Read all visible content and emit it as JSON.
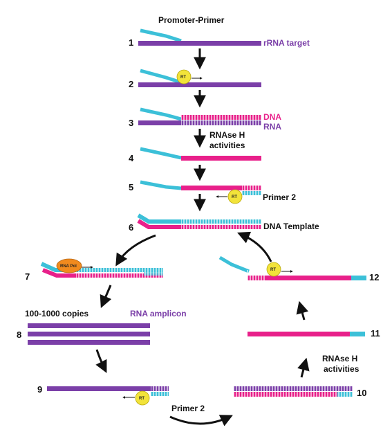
{
  "labels": {
    "promoter_primer": "Promoter-Primer",
    "rrna_target": "rRNA target",
    "dna": "DNA",
    "rna": "RNA",
    "rnase_h_line1": "RNAse H",
    "rnase_h_line2": "activities",
    "primer2": "Primer 2",
    "dna_template": "DNA Template",
    "copies": "100-1000 copies",
    "rna_amplicon": "RNA amplicon",
    "rt": "RT",
    "rna_pol": "RNA Pol"
  },
  "steps": [
    "1",
    "2",
    "3",
    "4",
    "5",
    "6",
    "7",
    "8",
    "9",
    "10",
    "11",
    "12"
  ],
  "colors": {
    "rna": "#7B3FA8",
    "dna": "#E8208A",
    "primer": "#3CC0D8",
    "rt_enzyme": "#F2E33A",
    "rna_polymerase": "#F08A1E",
    "arrow": "#111111"
  }
}
